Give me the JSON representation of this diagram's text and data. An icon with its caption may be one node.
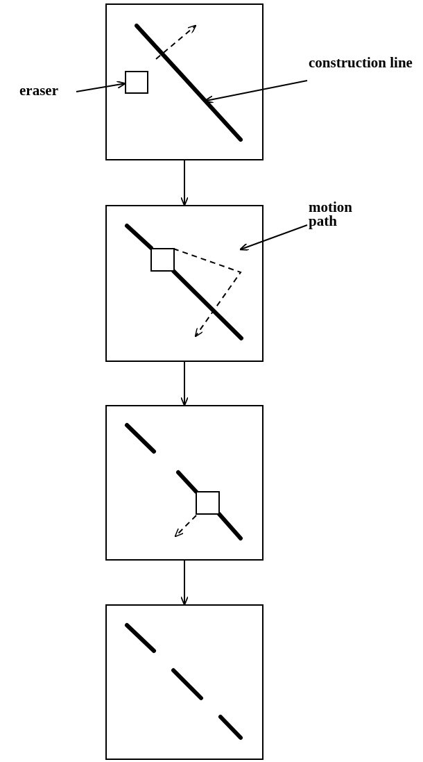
{
  "diagram": {
    "nodes": [
      {
        "text": [],
        "shape": "box"
      },
      {
        "text": [],
        "shape": "box"
      },
      {
        "text": [],
        "shape": "box"
      },
      {
        "text": [],
        "shape": "box"
      },
      {
        "text": [
          "eraser"
        ]
      },
      {
        "text": [],
        "shape": "box",
        "in": 0
      },
      {
        "text": [
          "construction line"
        ]
      },
      {
        "text": [],
        "shape": "bar",
        "in": 0
      },
      {
        "text": [
          "motion path"
        ]
      },
      {
        "text": [],
        "shape": "line",
        "in": 1
      }
    ],
    "edges": [
      {
        "from": 0,
        "to": 1,
        "arrow": "to"
      },
      {
        "from": 1,
        "to": 2,
        "arrow": "to"
      },
      {
        "from": 2,
        "to": 3,
        "arrow": "to"
      },
      {
        "from": 4,
        "to": 5,
        "arrow": "to"
      },
      {
        "from": 6,
        "to": 7,
        "arrow": "to"
      },
      {
        "from": 8,
        "to": 9,
        "arrow": "to"
      }
    ]
  }
}
